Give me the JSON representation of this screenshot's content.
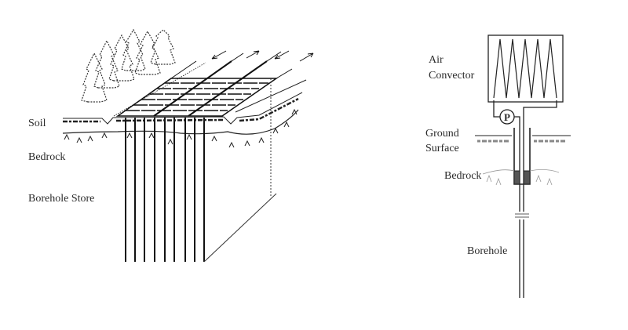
{
  "left_diagram": {
    "labels": {
      "soil": "Soil",
      "bedrock": "Bedrock",
      "borehole_store": "Borehole Store"
    }
  },
  "right_diagram": {
    "labels": {
      "air": "Air",
      "convector": "Convector",
      "pump": "P",
      "ground": "Ground",
      "surface": "Surface",
      "bedrock": "Bedrock",
      "borehole": "Borehole"
    }
  }
}
